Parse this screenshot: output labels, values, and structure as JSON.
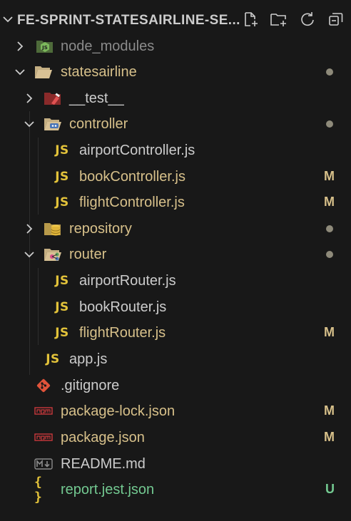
{
  "explorer": {
    "title": "FE-SPRINT-STATESAIRLINE-SE...",
    "actions": {
      "new_file": "new-file-icon",
      "new_folder": "new-folder-icon",
      "refresh": "refresh-icon",
      "collapse": "collapse-all-icon"
    }
  },
  "tree": [
    {
      "label": "node_modules",
      "type": "folder",
      "expanded": false,
      "icon": "node-folder-icon",
      "status": "",
      "color": "#8b8b8b"
    },
    {
      "label": "statesairline",
      "type": "folder",
      "expanded": true,
      "icon": "folder-open-icon",
      "status": "dot",
      "color": "#d7c08a"
    },
    {
      "label": "__test__",
      "type": "folder",
      "expanded": false,
      "icon": "test-folder-icon",
      "status": "",
      "color": "#cccccc"
    },
    {
      "label": "controller",
      "type": "folder",
      "expanded": true,
      "icon": "controller-folder-icon",
      "status": "dot",
      "color": "#d7c08a"
    },
    {
      "label": "airportController.js",
      "type": "file",
      "icon": "js-file-icon",
      "status": "",
      "color": "#cccccc"
    },
    {
      "label": "bookController.js",
      "type": "file",
      "icon": "js-file-icon",
      "status": "M",
      "color": "#d7c08a"
    },
    {
      "label": "flightController.js",
      "type": "file",
      "icon": "js-file-icon",
      "status": "M",
      "color": "#d7c08a"
    },
    {
      "label": "repository",
      "type": "folder",
      "expanded": false,
      "icon": "repository-folder-icon",
      "status": "dot",
      "color": "#d7c08a"
    },
    {
      "label": "router",
      "type": "folder",
      "expanded": true,
      "icon": "router-folder-icon",
      "status": "dot",
      "color": "#d7c08a"
    },
    {
      "label": "airportRouter.js",
      "type": "file",
      "icon": "js-file-icon",
      "status": "",
      "color": "#cccccc"
    },
    {
      "label": "bookRouter.js",
      "type": "file",
      "icon": "js-file-icon",
      "status": "",
      "color": "#cccccc"
    },
    {
      "label": "flightRouter.js",
      "type": "file",
      "icon": "js-file-icon",
      "status": "M",
      "color": "#d7c08a"
    },
    {
      "label": "app.js",
      "type": "file",
      "icon": "js-file-icon",
      "status": "",
      "color": "#cccccc"
    },
    {
      "label": ".gitignore",
      "type": "file",
      "icon": "git-icon",
      "status": "",
      "color": "#cccccc"
    },
    {
      "label": "package-lock.json",
      "type": "file",
      "icon": "npm-icon",
      "status": "M",
      "color": "#d7c08a"
    },
    {
      "label": "package.json",
      "type": "file",
      "icon": "npm-icon",
      "status": "M",
      "color": "#d7c08a"
    },
    {
      "label": "README.md",
      "type": "file",
      "icon": "markdown-icon",
      "status": "",
      "color": "#cccccc"
    },
    {
      "label": "report.jest.json",
      "type": "file",
      "icon": "json-icon",
      "status": "U",
      "color": "#73c991"
    }
  ],
  "colors": {
    "background": "#181818",
    "modified": "#d7c08a",
    "untracked": "#73c991",
    "js_icon": "#e2c23a",
    "dot": "#8e8a7a"
  },
  "icon_text": {
    "js": "JS",
    "json": "{ }"
  }
}
